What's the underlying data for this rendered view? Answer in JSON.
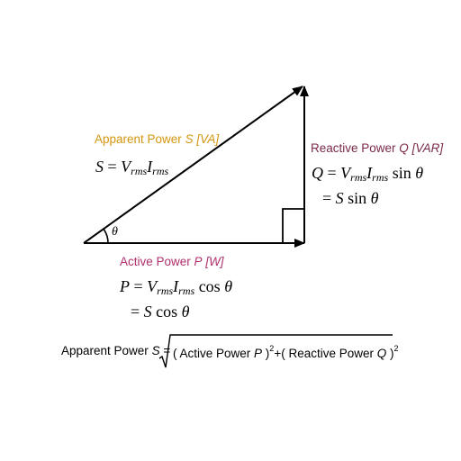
{
  "colors": {
    "apparent": "#d4960f",
    "reactive": "#7a2a4a",
    "active": "#b0306e",
    "line": "#000000"
  },
  "apparent": {
    "label_text": "Apparent Power ",
    "label_var": "S",
    "label_unit": "[VA]",
    "eq_lhs": "S",
    "eq_eq": "=",
    "eq_v": "V",
    "eq_vsub": "rms",
    "eq_i": "I",
    "eq_isub": "rms"
  },
  "reactive": {
    "label_text": "Reactive Power ",
    "label_var": "Q",
    "label_unit": "[VAR]",
    "eq_lhs": "Q",
    "eq_eq": "=",
    "eq_v": "V",
    "eq_vsub": "rms",
    "eq_i": "I",
    "eq_isub": "rms",
    "eq_trig": "sin",
    "eq_angle": "θ",
    "eq2_eq": "=",
    "eq2_s": "S",
    "eq2_trig": "sin",
    "eq2_angle": "θ"
  },
  "active": {
    "label_text": "Active Power ",
    "label_var": "P",
    "label_unit": "[W]",
    "eq_lhs": "P",
    "eq_eq": "=",
    "eq_v": "V",
    "eq_vsub": "rms",
    "eq_i": "I",
    "eq_isub": "rms",
    "eq_trig": "cos",
    "eq_angle": "θ",
    "eq2_eq": "=",
    "eq2_s": "S",
    "eq2_trig": "cos",
    "eq2_angle": "θ"
  },
  "angle_symbol": "θ",
  "formula": {
    "lhs_text": "Apparent Power ",
    "lhs_var": "S",
    "eq": " =",
    "open1": "( Active Power ",
    "var1": "P",
    "close1": " )",
    "exp1": "2",
    "plus": "+",
    "open2": "( Reactive Power ",
    "var2": "Q",
    "close2": " )",
    "exp2": "2"
  }
}
